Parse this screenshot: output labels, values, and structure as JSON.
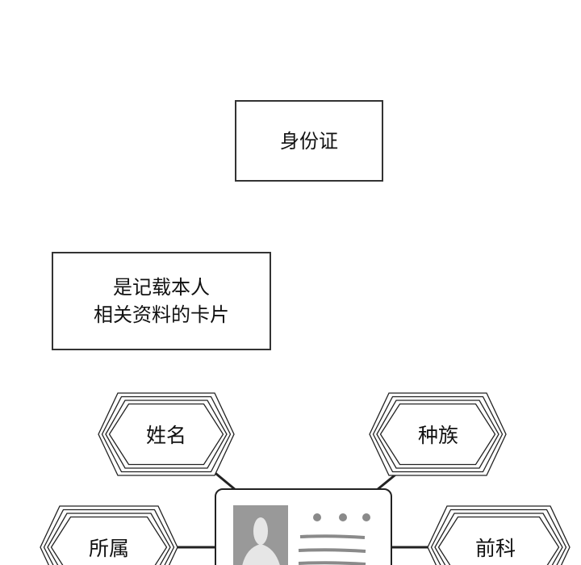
{
  "title_box": "身份证",
  "definition_box": {
    "line1": "是记载本人",
    "line2": "相关资料的卡片"
  },
  "fields": {
    "name": "姓名",
    "race": "种族",
    "affiliation": "所属",
    "criminal_record": "前科"
  },
  "colors": {
    "line": "#222222",
    "photo_bg": "#999999",
    "silhouette": "#e6e6e6",
    "card_marks": "#8a8a8a"
  }
}
